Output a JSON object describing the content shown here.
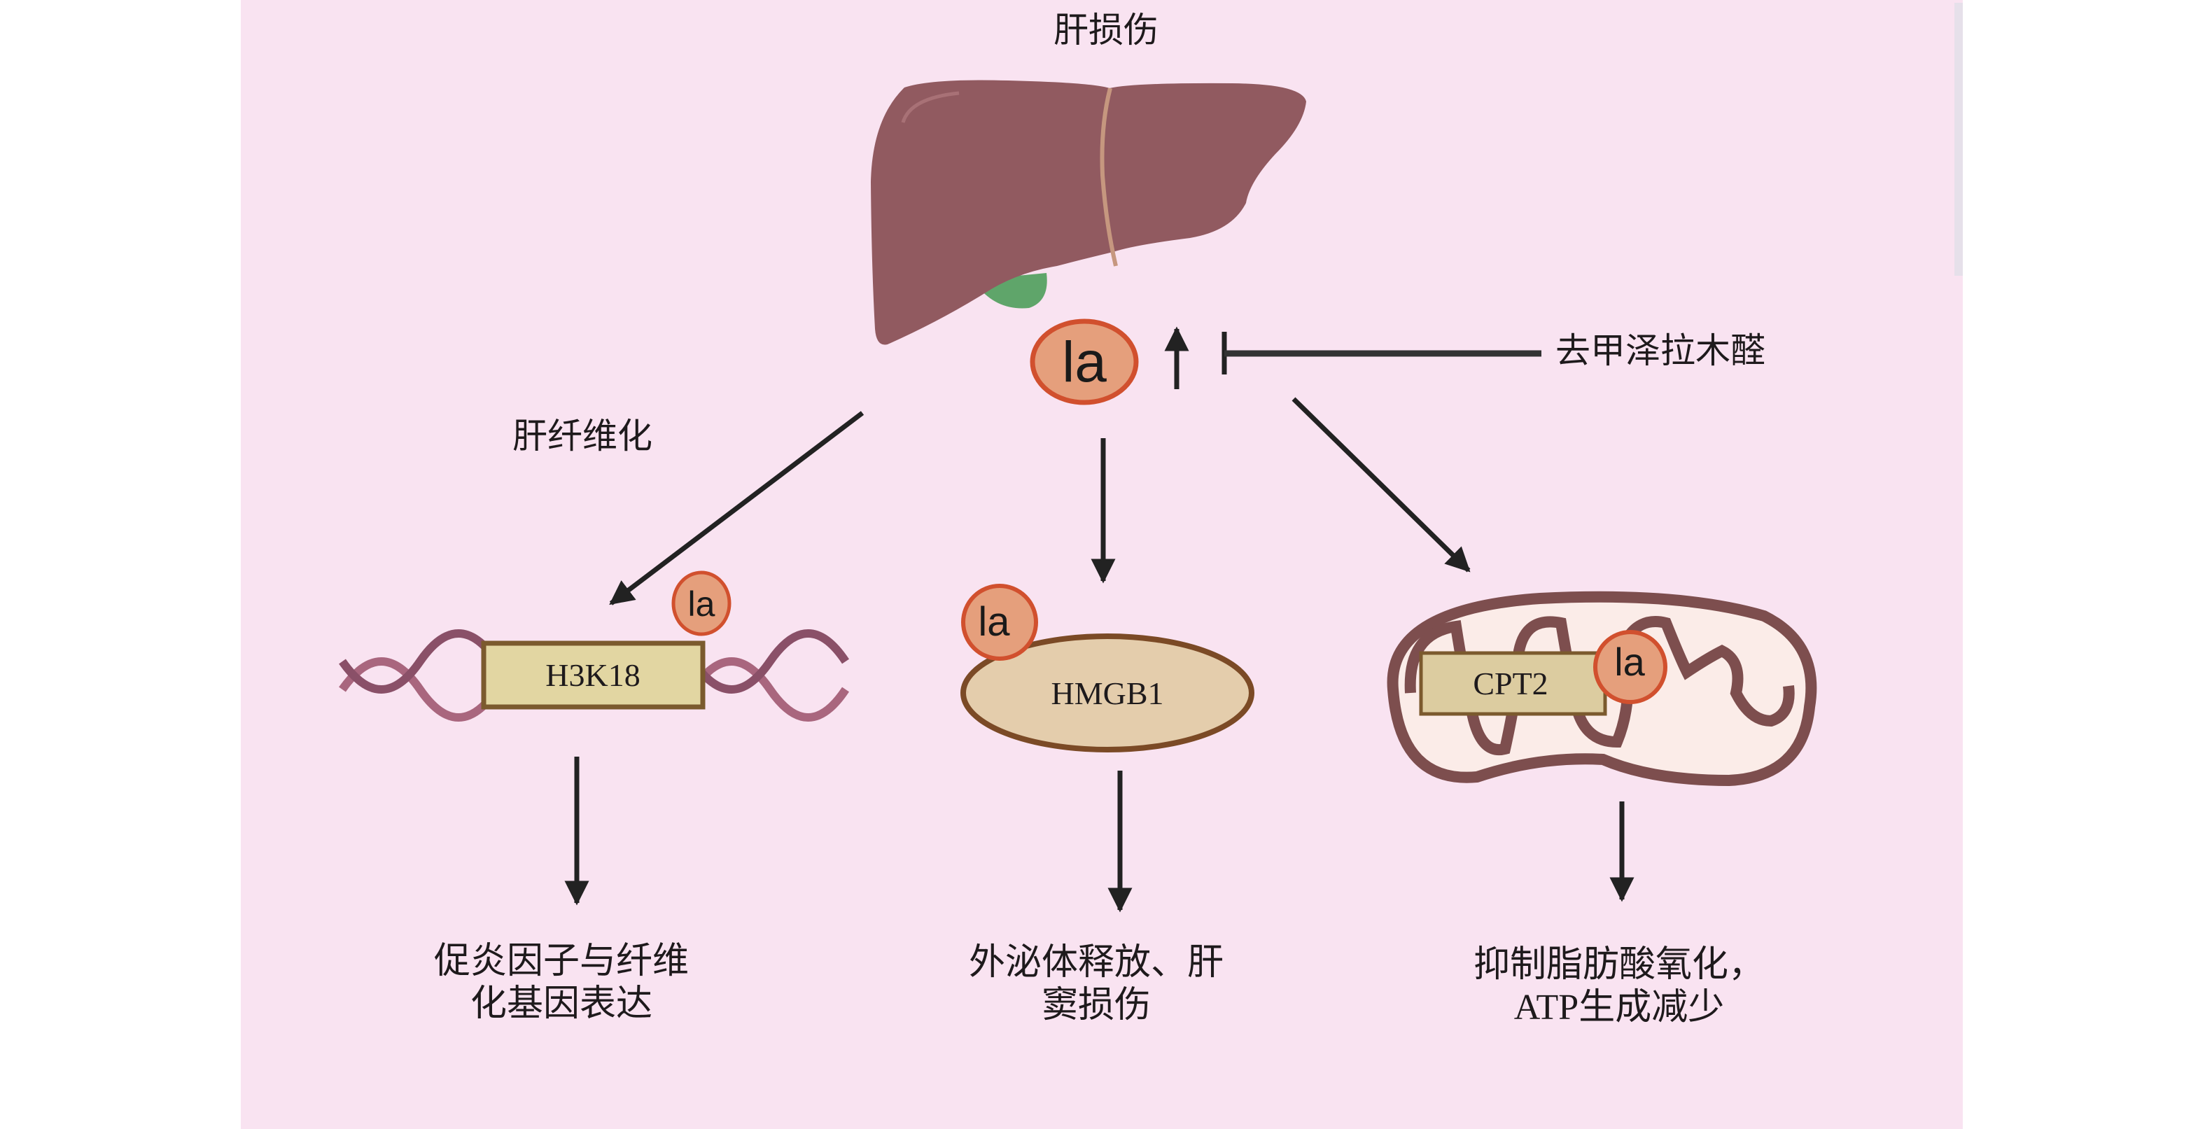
{
  "diagram": {
    "title": "肝损伤",
    "colors": {
      "background_panel": "#f9e3f1",
      "liver": "#915a60",
      "gallbladder": "#5fa56a",
      "la_fill": "#e59f7c",
      "la_stroke": "#d1502e",
      "box_fill": "#e2d6a2",
      "box_stroke": "#7b5a2e",
      "ellipse_fill": "#e4cdac",
      "mito_stroke": "#7d4e4e",
      "dna_strand": "#a9667e",
      "arrow": "#222222"
    },
    "central_metabolite": {
      "label": "la",
      "trend": "up"
    },
    "inhibitor": {
      "label": "去甲泽拉木醛",
      "relation": "inhibits"
    },
    "branches": [
      {
        "id": "fibrosis",
        "context_label": "肝纤维化",
        "target_label": "H3K18",
        "target_shape": "box-on-dna",
        "modifier_label": "la",
        "outcome_lines": [
          "促炎因子与纤维",
          "化基因表达"
        ]
      },
      {
        "id": "hmgb1",
        "target_label": "HMGB1",
        "target_shape": "ellipse",
        "modifier_label": "la",
        "outcome_lines": [
          "外泌体释放、肝",
          "窦损伤"
        ]
      },
      {
        "id": "mitochondria",
        "target_label": "CPT2",
        "target_shape": "box-in-mitochondrion",
        "modifier_label": "la",
        "outcome_lines": [
          "抑制脂肪酸氧化，",
          "ATP生成减少"
        ]
      }
    ]
  }
}
